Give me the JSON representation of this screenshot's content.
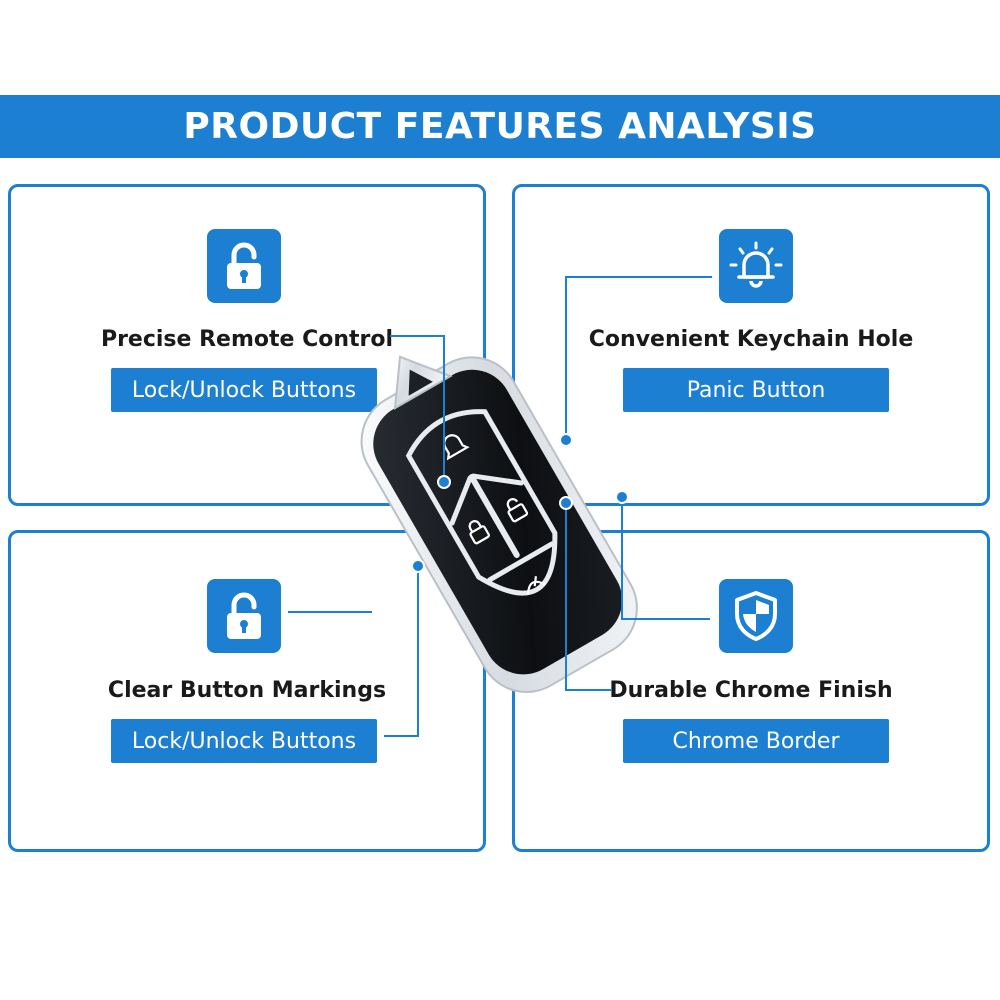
{
  "header": {
    "title": "PRODUCT FEATURES ANALYSIS"
  },
  "features": [
    {
      "title": "Precise Remote Control",
      "badge": "Lock/Unlock Buttons",
      "icon": "padlock-icon"
    },
    {
      "title": "Convenient Keychain Hole",
      "badge": "Panic Button",
      "icon": "alarm-bell-icon"
    },
    {
      "title": "Clear Button Markings",
      "badge": "Lock/Unlock Buttons",
      "icon": "padlock-icon"
    },
    {
      "title": "Durable Chrome Finish",
      "badge": "Chrome Border",
      "icon": "shield-icon"
    }
  ],
  "colors": {
    "accent": "#1c7fd1",
    "key_body": "#111418",
    "chrome": "#e8ebef"
  }
}
